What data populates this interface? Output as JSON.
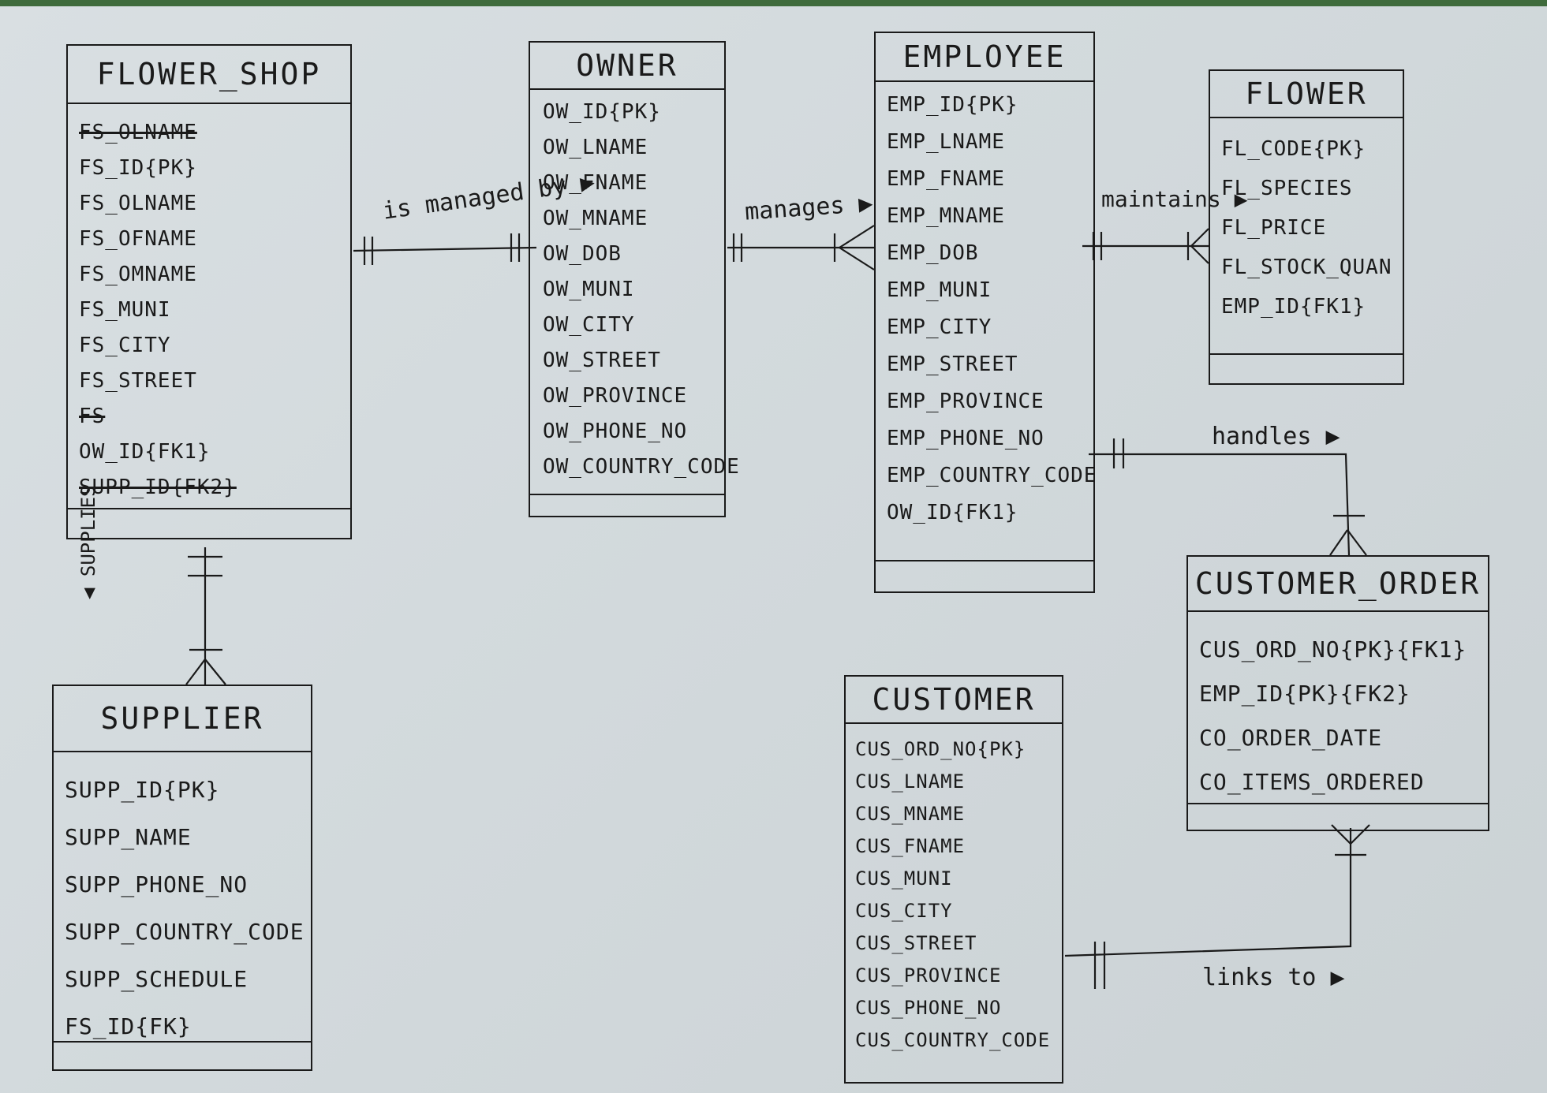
{
  "entities": {
    "flower_shop": {
      "title": "FLOWER_SHOP",
      "attributes": [
        "FS_OLNAME",
        "FS_ID{PK}",
        "FS_OLNAME",
        "FS_OFNAME",
        "FS_OMNAME",
        "FS_MUNI",
        "FS_CITY",
        "FS_STREET",
        "FS",
        "OW_ID{FK1}",
        "SUPP_ID{FK2}"
      ],
      "crossed_out": [
        0,
        8,
        10
      ]
    },
    "owner": {
      "title": "OWNER",
      "attributes": [
        "OW_ID{PK}",
        "OW_LNAME",
        "OW_FNAME",
        "OW_MNAME",
        "OW_DOB",
        "OW_MUNI",
        "OW_CITY",
        "OW_STREET",
        "OW_PROVINCE",
        "OW_PHONE_NO",
        "OW_COUNTRY_CODE"
      ]
    },
    "employee": {
      "title": "EMPLOYEE",
      "attributes": [
        "EMP_ID{PK}",
        "EMP_LNAME",
        "EMP_FNAME",
        "EMP_MNAME",
        "EMP_DOB",
        "EMP_MUNI",
        "EMP_CITY",
        "EMP_STREET",
        "EMP_PROVINCE",
        "EMP_PHONE_NO",
        "EMP_COUNTRY_CODE",
        "OW_ID{FK1}"
      ]
    },
    "flower": {
      "title": "FLOWER",
      "attributes": [
        "FL_CODE{PK}",
        "FL_SPECIES",
        "FL_PRICE",
        "FL_STOCK_QUAN",
        "EMP_ID{FK1}"
      ]
    },
    "supplier": {
      "title": "SUPPLIER",
      "attributes": [
        "SUPP_ID{PK}",
        "SUPP_NAME",
        "SUPP_PHONE_NO",
        "SUPP_COUNTRY_CODE",
        "SUPP_SCHEDULE",
        "FS_ID{FK}"
      ]
    },
    "customer_order": {
      "title": "CUSTOMER_ORDER",
      "attributes": [
        "CUS_ORD_NO{PK}{FK1}",
        "EMP_ID{PK}{FK2}",
        "CO_ORDER_DATE",
        "CO_ITEMS_ORDERED"
      ]
    },
    "customer": {
      "title": "CUSTOMER",
      "attributes": [
        "CUS_ORD_NO{PK}",
        "CUS_LNAME",
        "CUS_MNAME",
        "CUS_FNAME",
        "CUS_MUNI",
        "CUS_CITY",
        "CUS_STREET",
        "CUS_PROVINCE",
        "CUS_PHONE_NO",
        "CUS_COUNTRY_CODE"
      ]
    }
  },
  "relationships": {
    "is_managed_by": "is managed by ▶",
    "manages": "manages ▶",
    "maintains": "maintains ▶",
    "handles": "handles ▶",
    "supplies": "◀ SUPPLIES",
    "links_to": "links to ▶"
  },
  "colors": {
    "ink": "#1a1a1a",
    "paper": "#d6dcdf"
  }
}
